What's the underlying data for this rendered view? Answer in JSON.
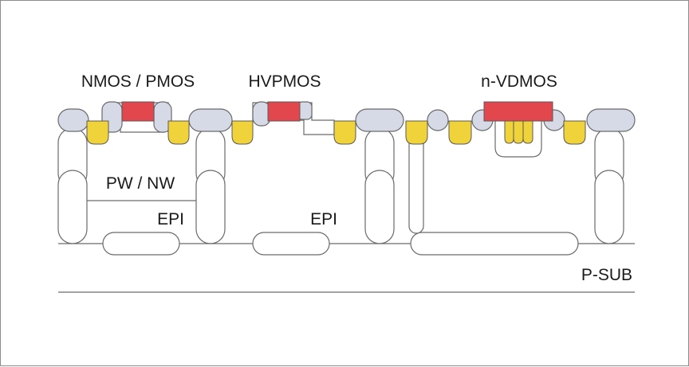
{
  "labels": {
    "nmos_pmos": "NMOS / PMOS",
    "hvpmos": "HVPMOS",
    "nvdmos": "n-VDMOS",
    "pw_nw": "PW / NW",
    "epi_left": "EPI",
    "epi_middle": "EPI",
    "psub": "P-SUB"
  },
  "colors": {
    "gate": "#e2474d",
    "diffusion": "#f0d23a",
    "oxide": "#d5dae6",
    "outline": "#6a6a6a"
  }
}
